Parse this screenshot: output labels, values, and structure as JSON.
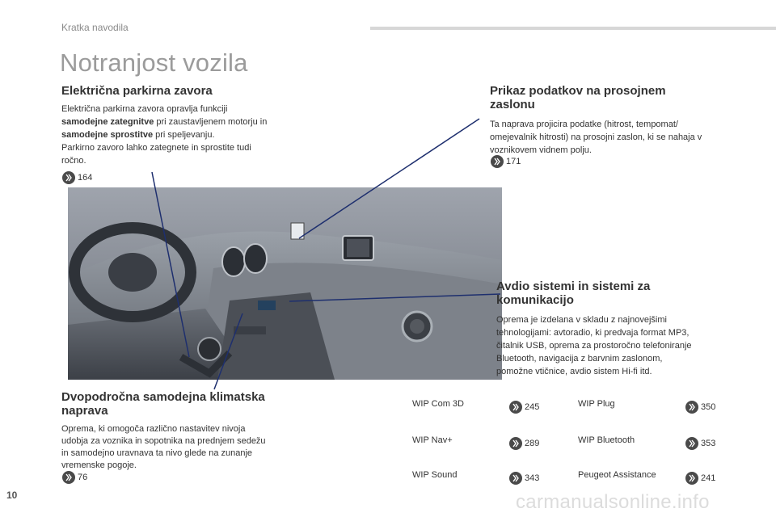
{
  "header": {
    "section": "Kratka navodila"
  },
  "page_title": "Notranjost vozila",
  "sections": {
    "parking_brake": {
      "title": "Električna parkirna zavora",
      "p1_a": "Električna parkirna zavora opravlja funkciji",
      "p1_b_bold": "samodejne zategnitve",
      "p1_b_rest": " pri zaustavljenem motorju in",
      "p1_c_bold": "samodejne sprostitve",
      "p1_c_rest": " pri speljevanju.",
      "p2_a": "Parkirno zavoro lahko zategnete in sprostite tudi",
      "p2_b": "ročno.",
      "ref": "164"
    },
    "hud": {
      "title_1": "Prikaz podatkov na prosojnem",
      "title_2": "zaslonu",
      "l1": "Ta naprava projicira podatke (hitrost, tempomat/",
      "l2": "omejevalnik hitrosti) na prosojni zaslon, ki se nahaja v",
      "l3": "voznikovem vidnem polju.",
      "ref": "171"
    },
    "audio": {
      "title_1": "Avdio sistemi in sistemi za",
      "title_2": "komunikacijo",
      "l1": "Oprema je izdelana v skladu z najnovejšimi",
      "l2": "tehnologijami: avtoradio, ki predvaja format MP3,",
      "l3": "čitalnik USB, oprema za prostoročno telefoniranje",
      "l4": "Bluetooth, navigacija z barvnim zaslonom,",
      "l5": "pomožne vtičnice, avdio sistem Hi-fi itd."
    },
    "climate": {
      "title_1": "Dvopodročna samodejna klimatska",
      "title_2": "naprava",
      "l1": "Oprema, ki omogoča različno nastavitev nivoja",
      "l2": "udobja za voznika in sopotnika na prednjem sedežu",
      "l3": "in samodejno uravnava ta nivo glede na zunanje",
      "l4": "vremenske pogoje.",
      "ref": "76"
    }
  },
  "wip": [
    {
      "label": "WIP Com 3D",
      "ref": "245"
    },
    {
      "label": "WIP Nav+",
      "ref": "289"
    },
    {
      "label": "WIP Sound",
      "ref": "343"
    },
    {
      "label": "WIP Plug",
      "ref": "350"
    },
    {
      "label": "WIP Bluetooth",
      "ref": "353"
    },
    {
      "label": "Peugeot Assistance",
      "ref": "241"
    }
  ],
  "page_number": "10",
  "watermark": "carmanualsonline.info",
  "colors": {
    "title_gray": "#9b9b9b",
    "callout_line": "#1e2f6e",
    "ref_icon": "#4a4a4a"
  }
}
